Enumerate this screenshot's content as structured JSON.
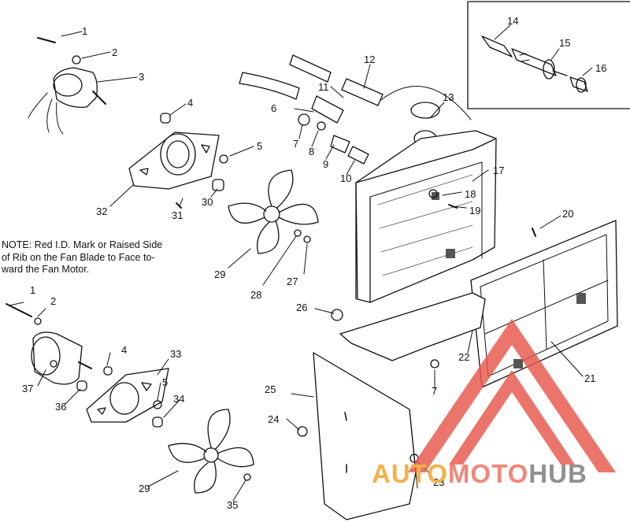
{
  "note": {
    "lines": [
      "NOTE: Red I.D. Mark or Raised Side",
      "of Rib on the Fan Blade to Face to-",
      "ward the Fan Motor."
    ]
  },
  "callouts": {
    "c1a": "1",
    "c2a": "2",
    "c3": "3",
    "c4a": "4",
    "c5a": "5",
    "c6": "6",
    "c7a": "7",
    "c8": "8",
    "c9": "9",
    "c10": "10",
    "c11": "11",
    "c12": "12",
    "c13": "13",
    "c14": "14",
    "c15": "15",
    "c16": "16",
    "c17": "17",
    "c18": "18",
    "c19": "19",
    "c20": "20",
    "c21": "21",
    "c22": "22",
    "c23": "23",
    "c24": "24",
    "c25": "25",
    "c26": "26",
    "c27": "27",
    "c28": "28",
    "c29a": "29",
    "c30": "30",
    "c31": "31",
    "c32": "32",
    "c1b": "1",
    "c2b": "2",
    "c4b": "4",
    "c33": "33",
    "c5b": "5",
    "c34": "34",
    "c37": "37",
    "c36": "36",
    "c7b": "7",
    "c29b": "29",
    "c35": "35"
  },
  "watermark": {
    "part1": "AUTO",
    "part2": "MOTO",
    "part3": "HUB",
    "colors": {
      "auto": "#f2b14a",
      "moto": "#f0877b",
      "hub": "#909090",
      "logo": "#e8574b"
    }
  }
}
